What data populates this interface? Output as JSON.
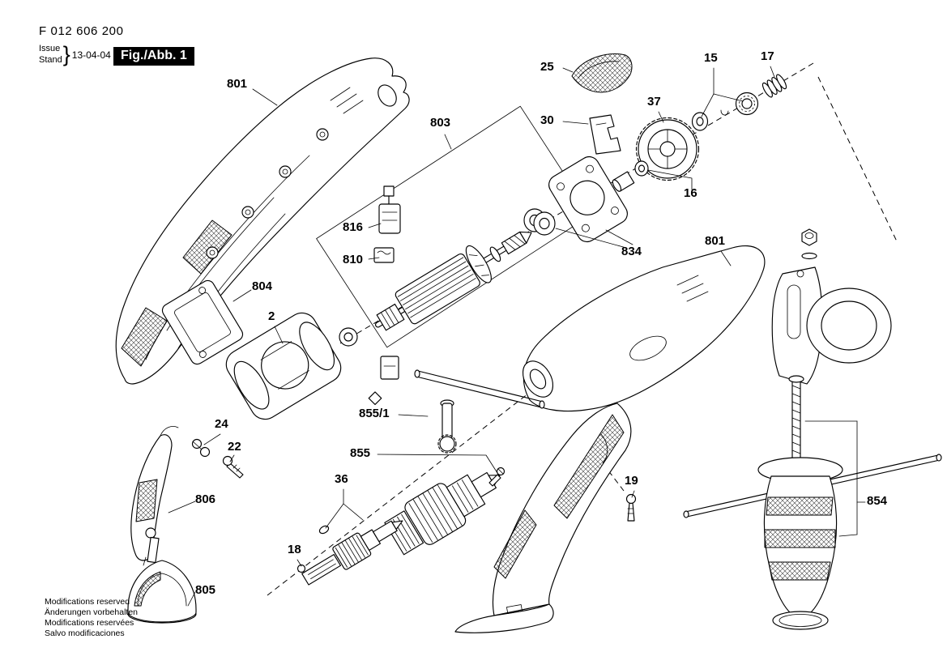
{
  "header": {
    "part_number": "F 012 606 200",
    "issue_label": "Issue",
    "stand_label": "Stand",
    "brace": "}",
    "issue_date": "13-04-04",
    "figure_label": "Fig./Abb. 1"
  },
  "footer": {
    "lines": [
      "Modifications reserved",
      "Änderungen vorbehalten",
      "Modifications reservées",
      "Salvo modificaciones"
    ]
  },
  "colors": {
    "ink": "#000000",
    "paper": "#ffffff",
    "figure_box_bg": "#000000",
    "figure_box_text": "#ffffff"
  },
  "callouts": [
    {
      "id": "801-left",
      "label": "801"
    },
    {
      "id": "803",
      "label": "803"
    },
    {
      "id": "816",
      "label": "816"
    },
    {
      "id": "810",
      "label": "810"
    },
    {
      "id": "804",
      "label": "804"
    },
    {
      "id": "2",
      "label": "2"
    },
    {
      "id": "24",
      "label": "24"
    },
    {
      "id": "22",
      "label": "22"
    },
    {
      "id": "806",
      "label": "806"
    },
    {
      "id": "805",
      "label": "805"
    },
    {
      "id": "36",
      "label": "36"
    },
    {
      "id": "18",
      "label": "18"
    },
    {
      "id": "855",
      "label": "855"
    },
    {
      "id": "855-1",
      "label": "855/1"
    },
    {
      "id": "25",
      "label": "25"
    },
    {
      "id": "30",
      "label": "30"
    },
    {
      "id": "37",
      "label": "37"
    },
    {
      "id": "15",
      "label": "15"
    },
    {
      "id": "17",
      "label": "17"
    },
    {
      "id": "16",
      "label": "16"
    },
    {
      "id": "834",
      "label": "834"
    },
    {
      "id": "801-right",
      "label": "801"
    },
    {
      "id": "19",
      "label": "19"
    },
    {
      "id": "854",
      "label": "854"
    }
  ]
}
